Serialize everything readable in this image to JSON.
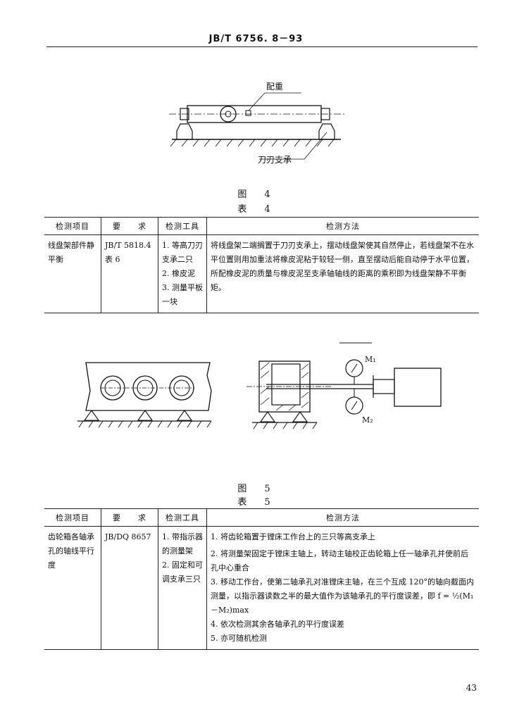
{
  "header": {
    "standard_code": "JB/T 6756. 8－93"
  },
  "figure4": {
    "caption": "图　4",
    "label_counterweight": "配重",
    "label_knife_support": "刀刃支承"
  },
  "table4": {
    "caption": "表　4",
    "headers": [
      "检测项目",
      "要　　求",
      "检测工具",
      "检测方法"
    ],
    "row": {
      "item": "线盘架部件静平衡",
      "requirement": "JB/T 5818.4\n表 6",
      "tools": "1. 等高刀刃支承二只\n2. 橡皮泥\n3. 测量平板一块",
      "method": "将线盘架二端搁置于刀刃支承上，摆动线盘架使其自然停止，若线盘架不在水平位置则用加重法将橡皮泥粘于较轻一侧，直至摆动后能自动停于水平位置，所配橡皮泥的质量与橡皮泥至支承轴轴线的距离的乘积即为线盘架静不平衡矩。"
    }
  },
  "figure5": {
    "caption": "图　5",
    "label_m1": "M₁",
    "label_m2": "M₂"
  },
  "table5": {
    "caption": "表　5",
    "headers": [
      "检测项目",
      "要　　求",
      "检测工具",
      "检测方法"
    ],
    "row": {
      "item": "齿轮箱各轴承孔的轴线平行度",
      "requirement": "JB/DQ 8657",
      "tools": "1. 带指示器的测量架\n2. 固定和可调支承三只",
      "method_1": "1. 将齿轮箱置于镗床工作台上的三只等高支承上",
      "method_2": "2. 将测量架固定于镗床主轴上，转动主轴校正齿轮箱上任一轴承孔并使前后孔中心重合",
      "method_3": "3. 移动工作台，使第二轴承孔对准镗床主轴，在三个互成 120°的轴向截面内测量，以指示器读数之半的最大值作为该轴承孔的平行度误差，即 f = ½(M₁－M₂)max",
      "method_4": "4. 依次检测其余各轴承孔的平行度误差",
      "method_5": "5. 亦可随机检测"
    }
  },
  "footer": {
    "page_number": "43"
  }
}
